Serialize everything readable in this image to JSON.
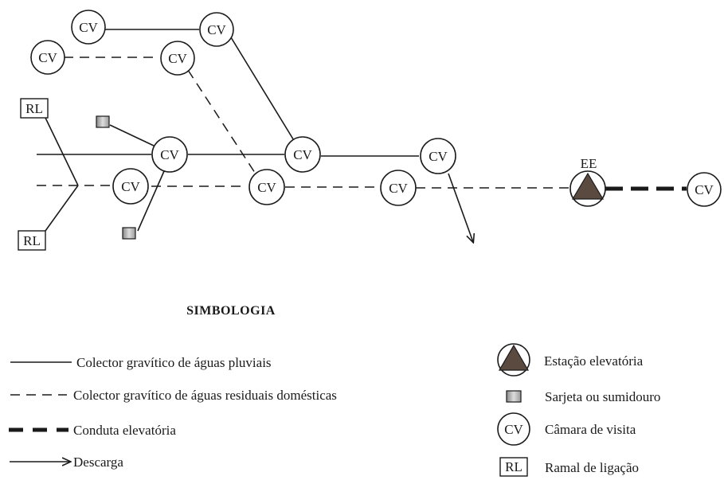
{
  "diagram": {
    "node_label": "CV",
    "ramal_label": "RL",
    "station_label": "EE"
  },
  "legend": {
    "title": "SIMBOLOGIA",
    "pluvial": "Colector gravítico de águas pluviais",
    "residual": "Colector gravítico de águas residuais domésticas",
    "elevatoria": "Conduta elevatória",
    "descarga": "Descarga",
    "estacao": "Estação elevatória",
    "sarjeta": "Sarjeta ou sumidouro",
    "camara": "Câmara de visita",
    "ramal": "Ramal de ligação",
    "camara_symbol": "CV",
    "ramal_symbol": "RL"
  },
  "colors": {
    "ink": "#1a1a1a",
    "station_fill": "#5a4a40",
    "sarjeta_fill": "#c8c8c8"
  }
}
